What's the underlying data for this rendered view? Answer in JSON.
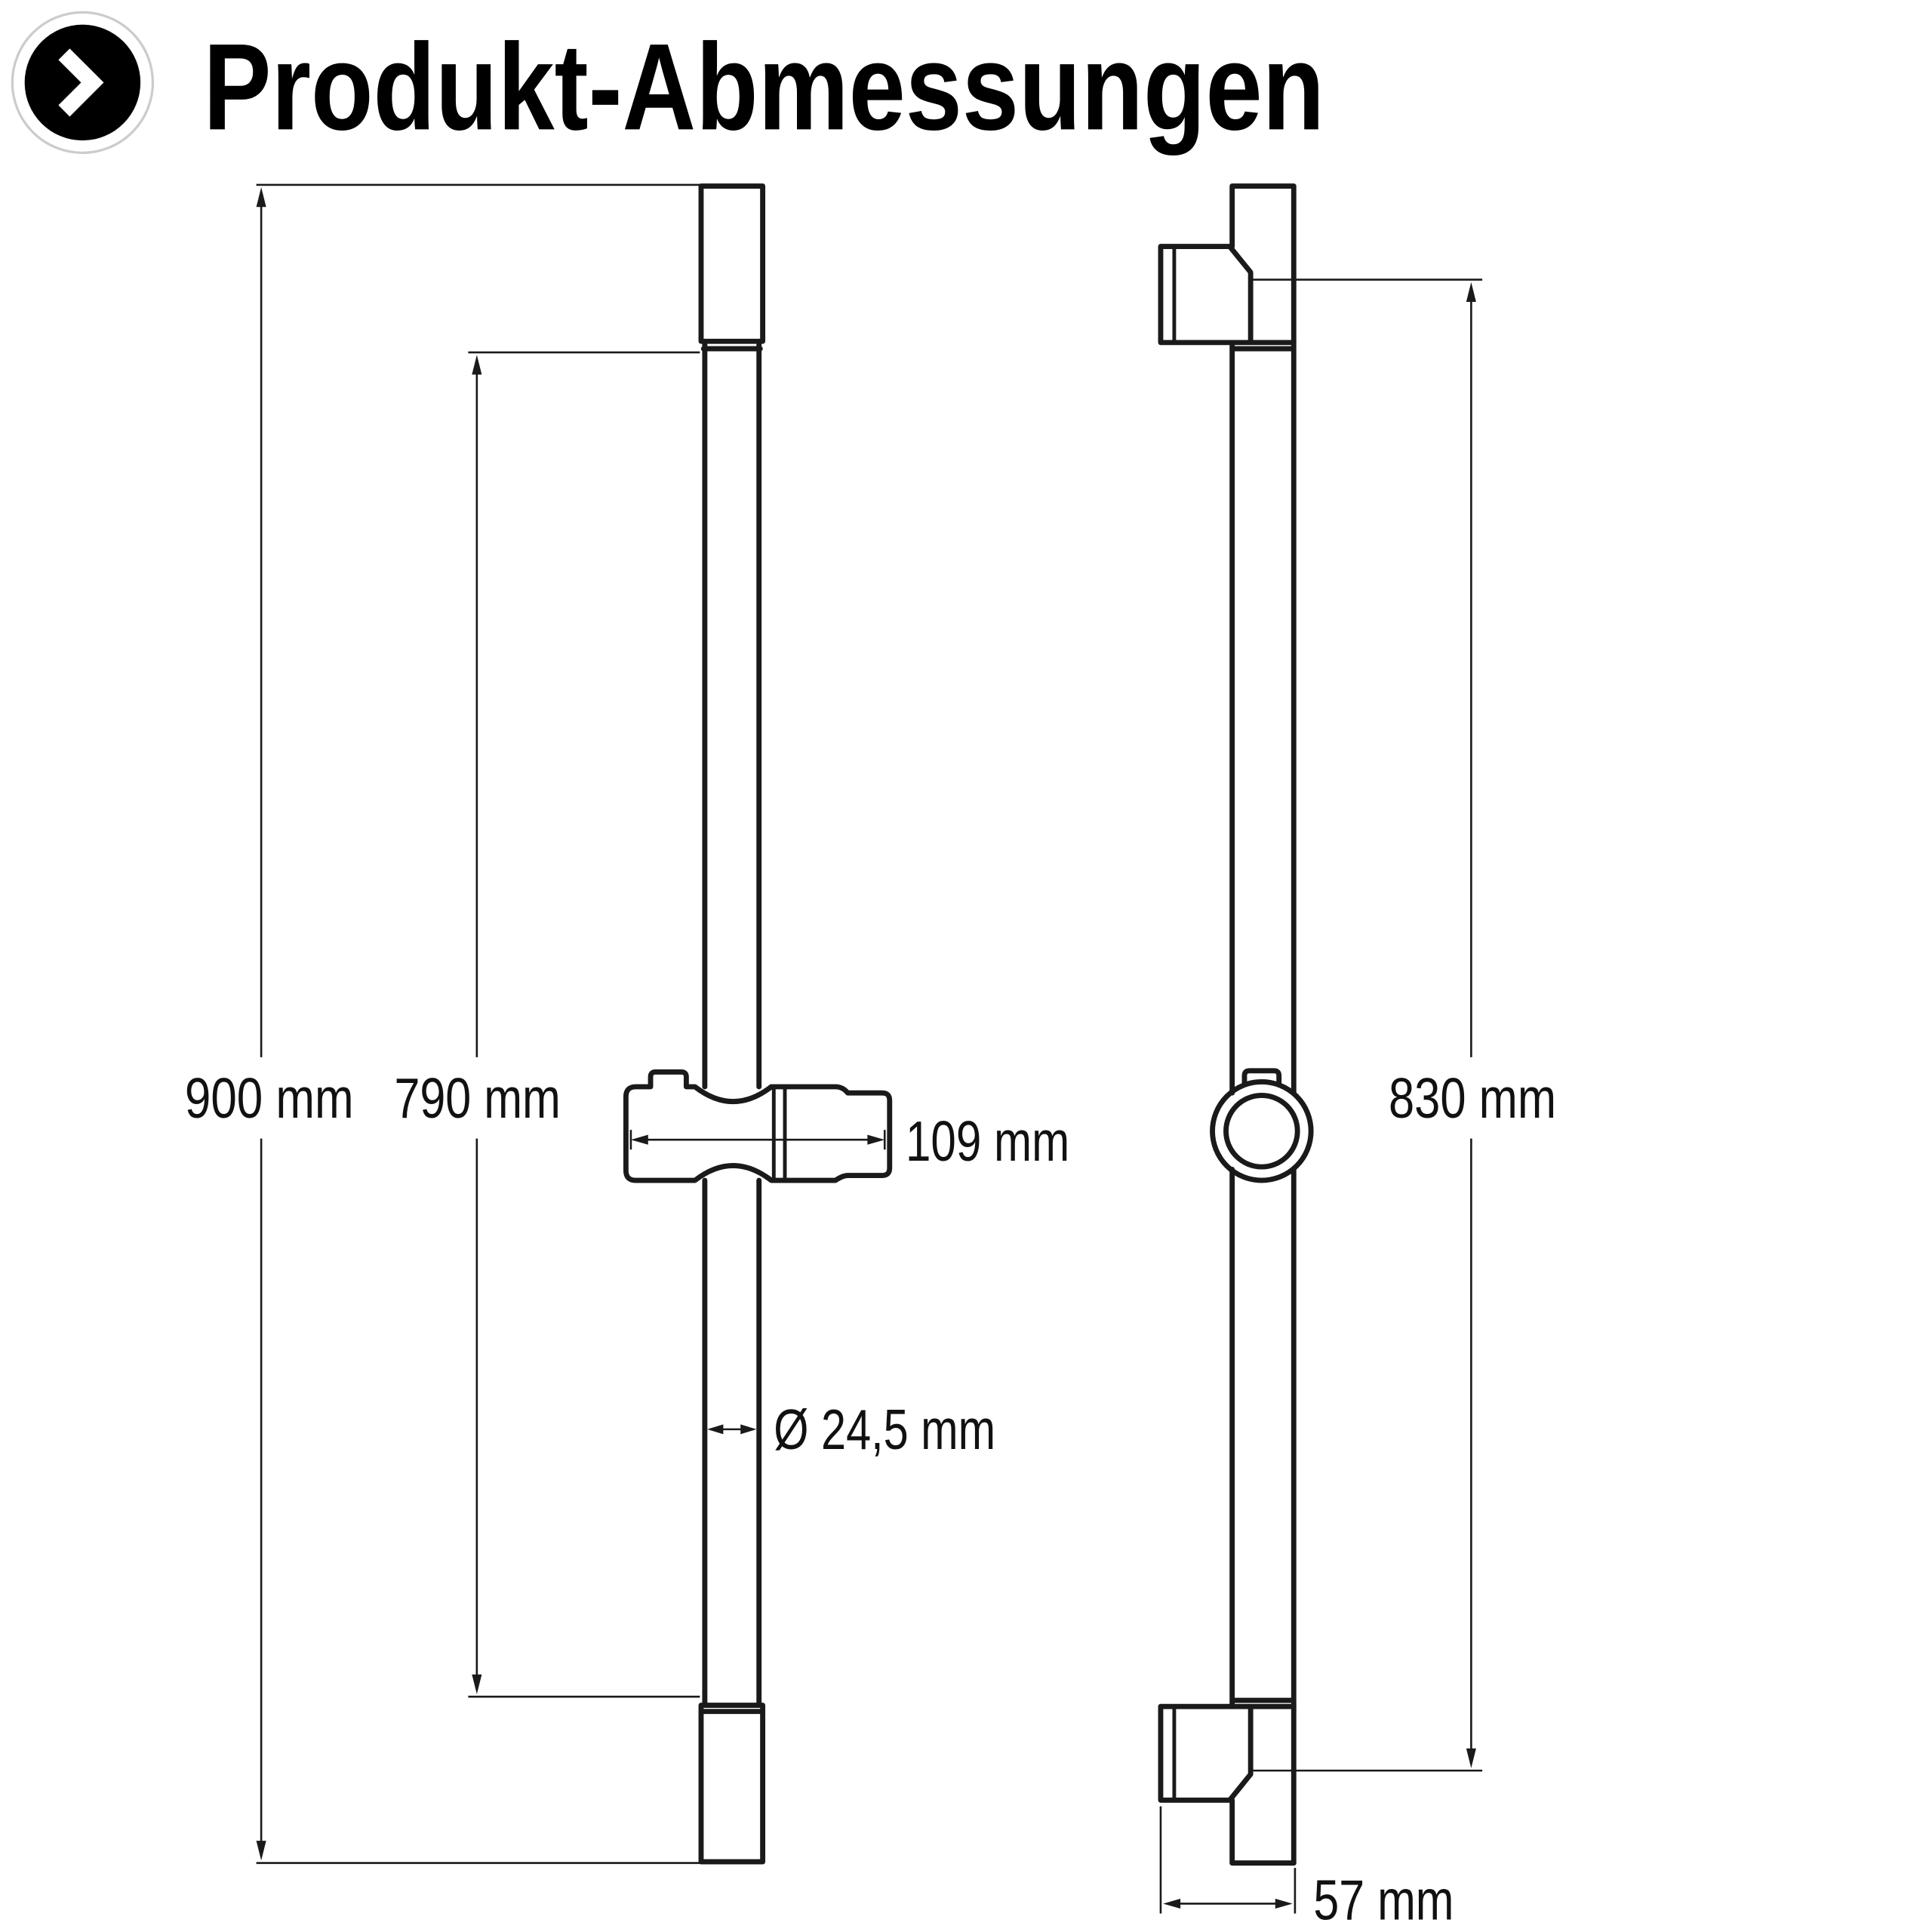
{
  "header": {
    "title": "Produkt-Abmessungen",
    "icon": "chevron-right-icon"
  },
  "front_view": {
    "overall_height": "900 mm",
    "mount_spacing": "790 mm",
    "slider_width": "109 mm",
    "tube_diameter": "Ø 24,5 mm"
  },
  "side_view": {
    "mount_spacing": "830 mm",
    "wall_distance": "57 mm"
  },
  "colors": {
    "line": "#1a1a1a",
    "background": "#ffffff",
    "icon_ring": "#cccccc",
    "icon_fill": "#000000",
    "icon_glyph": "#ffffff"
  }
}
